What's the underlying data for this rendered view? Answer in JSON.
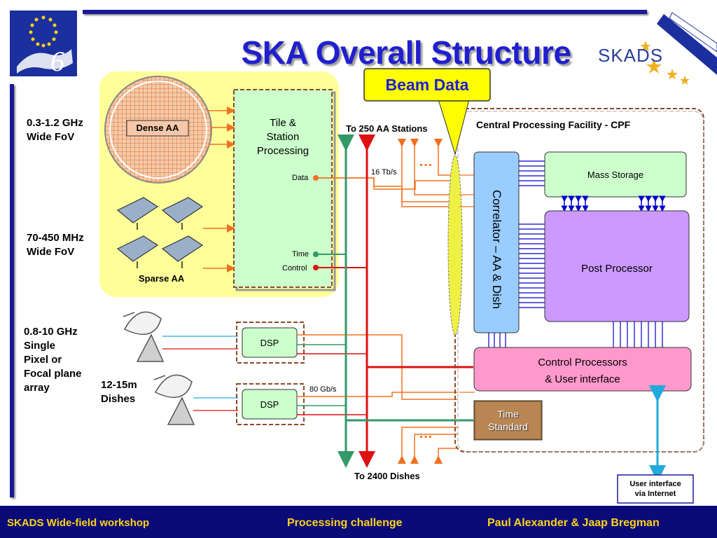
{
  "slide": {
    "title": "SKA Overall Structure",
    "logo_text": "SKADS"
  },
  "callout": {
    "label": "Beam Data"
  },
  "left_labels": {
    "aa_freq": "0.3-1.2 GHz",
    "aa_fov": "Wide FoV",
    "sparse_freq": "70-450 MHz",
    "sparse_fov": "Wide FoV",
    "dish_freq": "0.8-10 GHz",
    "dish_l2": "Single",
    "dish_l3": "Pixel or",
    "dish_l4": "Focal plane",
    "dish_l5": "array",
    "dish_size": "12-15m",
    "dish_name": "Dishes"
  },
  "aa_station": {
    "dense_aa": "Dense AA",
    "sparse_aa": "Sparse AA",
    "tile_l1": "Tile &",
    "tile_l2": "Station",
    "tile_l3": "Processing",
    "port_data": "Data",
    "port_time": "Time",
    "port_control": "Control"
  },
  "dsp": {
    "label_1": "DSP",
    "label_2": "DSP"
  },
  "links": {
    "to_aa_stations": "To 250 AA Stations",
    "to_dishes": "To 2400 Dishes",
    "rate_aa": "16 Tb/s",
    "rate_dish": "80 Gb/s",
    "ellipsis": "…"
  },
  "cpf": {
    "title": "Central Processing Facility - CPF",
    "correlator": "Correlator – AA & Dish",
    "mass_storage": "Mass Storage",
    "post_processor": "Post Processor",
    "control_l1": "Control Processors",
    "control_l2": "& User interface",
    "time_l1": "Time",
    "time_l2": "Standard"
  },
  "user_interface": {
    "l1": "User interface",
    "l2": "via Internet"
  },
  "footer": {
    "left": "SKADS Wide-field workshop",
    "center": "Processing challenge",
    "right": "Paul Alexander & Jaap Bregman"
  },
  "colors": {
    "title_blue": "#1f1fcf",
    "yellow_panel": "#ffff99",
    "tile_green": "#ccffcc",
    "correlator_blue": "#99ccff",
    "post_purple": "#cc99ff",
    "control_pink": "#ff99cc",
    "time_brown": "#996633",
    "orange_line": "#f07020",
    "red_line": "#dd1111",
    "green_line": "#339966",
    "footer_navy": "#0a0a78",
    "footer_text": "#ffd21a"
  }
}
